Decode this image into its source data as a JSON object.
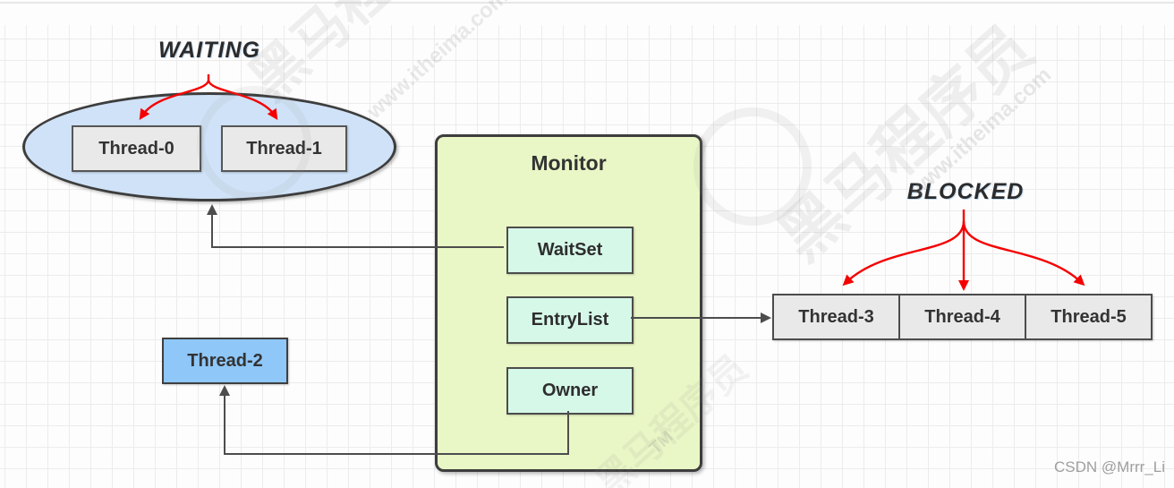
{
  "waiting": {
    "title": "WAITING",
    "threads": [
      "Thread-0",
      "Thread-1"
    ]
  },
  "blocked": {
    "title": "BLOCKED",
    "threads": [
      "Thread-3",
      "Thread-4",
      "Thread-5"
    ]
  },
  "monitor": {
    "title": "Monitor",
    "slots": [
      "WaitSet",
      "EntryList",
      "Owner"
    ]
  },
  "owner_thread": {
    "label": "Thread-2"
  },
  "watermarks": {
    "csdn": "CSDN @Mrrr_Li",
    "brand": "黑马程序员",
    "site": "www.itheima.com",
    "tm": "TM"
  },
  "colors": {
    "red": "#f50000",
    "line": "#4d4d4d",
    "monitor_fill": "#e9f7c6",
    "slot_fill": "#d6f8e9",
    "ellipse_fill": "#cfe2f7",
    "thread_fill": "#e9e9e9",
    "owner_thread_fill": "#8ec7f8",
    "csdn_gray": "#9e9e9e"
  }
}
